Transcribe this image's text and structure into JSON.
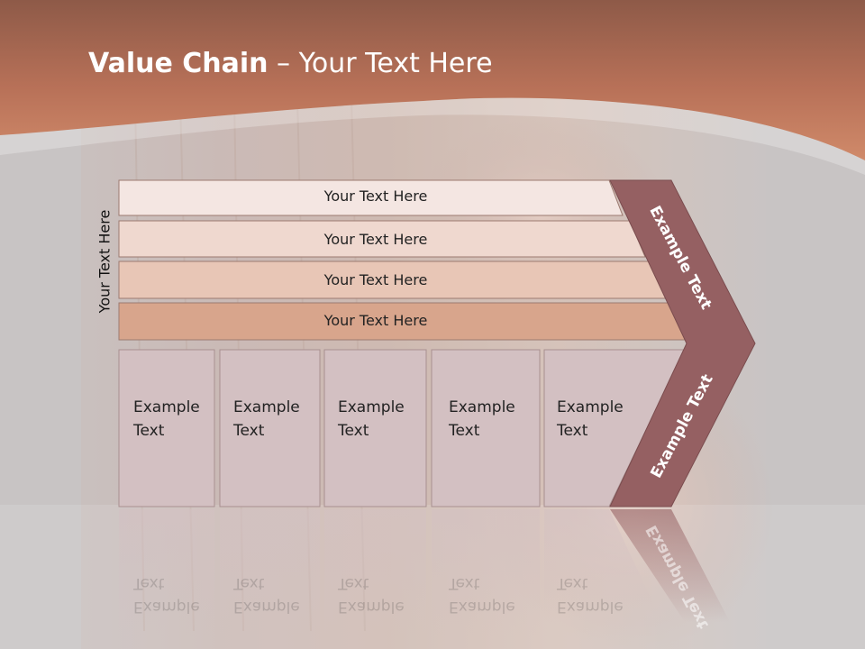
{
  "slide": {
    "title_bold": "Value Chain",
    "title_rest": " – Your Text Here",
    "side_label": "Your Text Here",
    "rows": [
      "Your Text Here",
      "Your Text Here",
      "Your Text Here",
      "Your Text Here"
    ],
    "cells": [
      "Example\nText",
      "Example\nText",
      "Example\nText",
      "Example\nText",
      "Example\nText"
    ],
    "chevron_top": "Example Text",
    "chevron_bottom": "Example Text"
  },
  "colors": {
    "header": "#b87158",
    "chevron": "#956062",
    "row_fills": [
      "#f4e6e2",
      "#efd8cf",
      "#e8c6b6",
      "#d8a58c"
    ],
    "cell_fill": "#d3c0c2"
  }
}
